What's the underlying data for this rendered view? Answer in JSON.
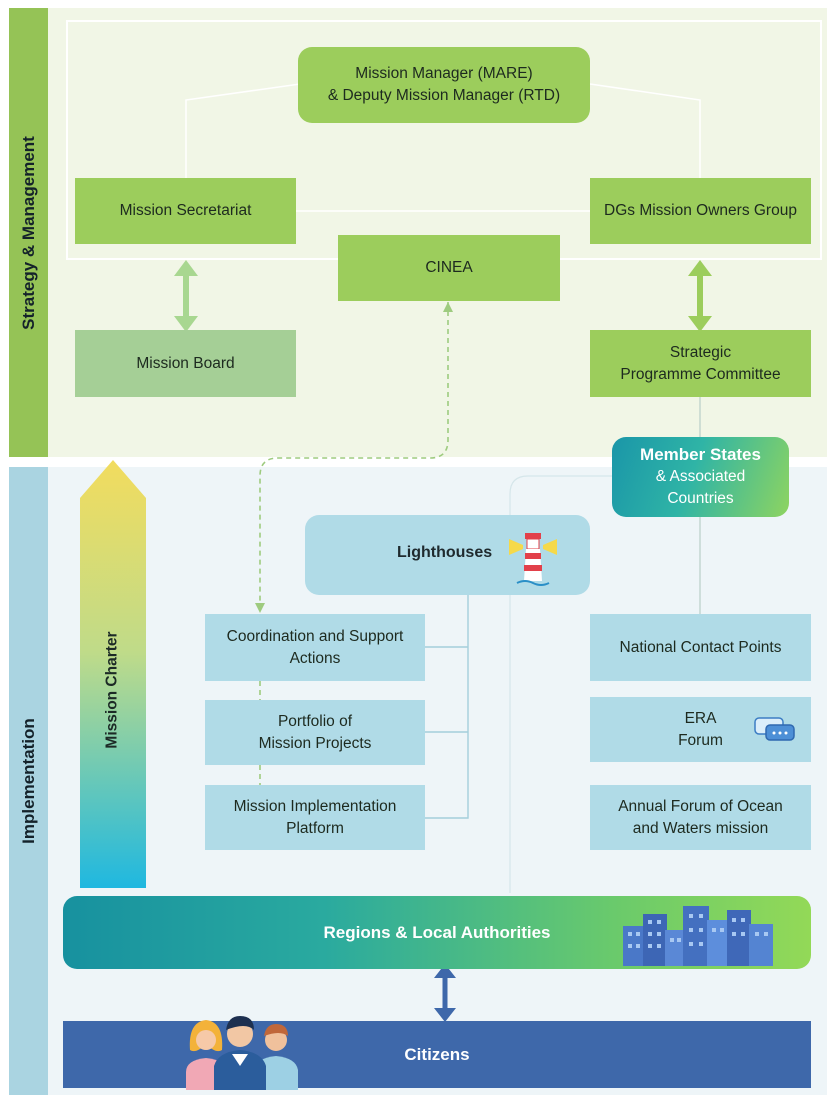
{
  "sections": {
    "strategy_label": "Strategy & Management",
    "implementation_label": "Implementation"
  },
  "strategy": {
    "mission_manager": {
      "line1": "Mission Manager (MARE)",
      "line2": "& Deputy Mission Manager (RTD)"
    },
    "mission_secretariat": "Mission Secretariat",
    "dgs_group": "DGs Mission Owners Group",
    "cinea": "CINEA",
    "mission_board": "Mission Board",
    "spc": {
      "line1": "Strategic",
      "line2": "Programme Committee"
    }
  },
  "implementation": {
    "member_states": {
      "title": "Member States",
      "line2": "& Associated",
      "line3": "Countries"
    },
    "lighthouses": "Lighthouses",
    "mission_charter": "Mission Charter",
    "csa": {
      "line1": "Coordination and Support",
      "line2": "Actions"
    },
    "portfolio": {
      "line1": "Portfolio of",
      "line2": "Mission Projects"
    },
    "mip": {
      "line1": "Mission Implementation",
      "line2": "Platform"
    },
    "ncp": "National Contact Points",
    "era": {
      "line1": "ERA",
      "line2": "Forum"
    },
    "annual_forum": {
      "line1": "Annual Forum of Ocean",
      "line2": "and Waters mission"
    },
    "regions": "Regions & Local Authorities",
    "citizens": "Citizens"
  },
  "colors": {
    "strategy_green": "#9ccd5c",
    "implementation_blue": "#b0dbe7",
    "citizens_blue": "#3e68aa"
  },
  "icons": [
    "lighthouse-icon",
    "chat-bubbles-icon",
    "city-skyline-icon",
    "people-icon"
  ]
}
